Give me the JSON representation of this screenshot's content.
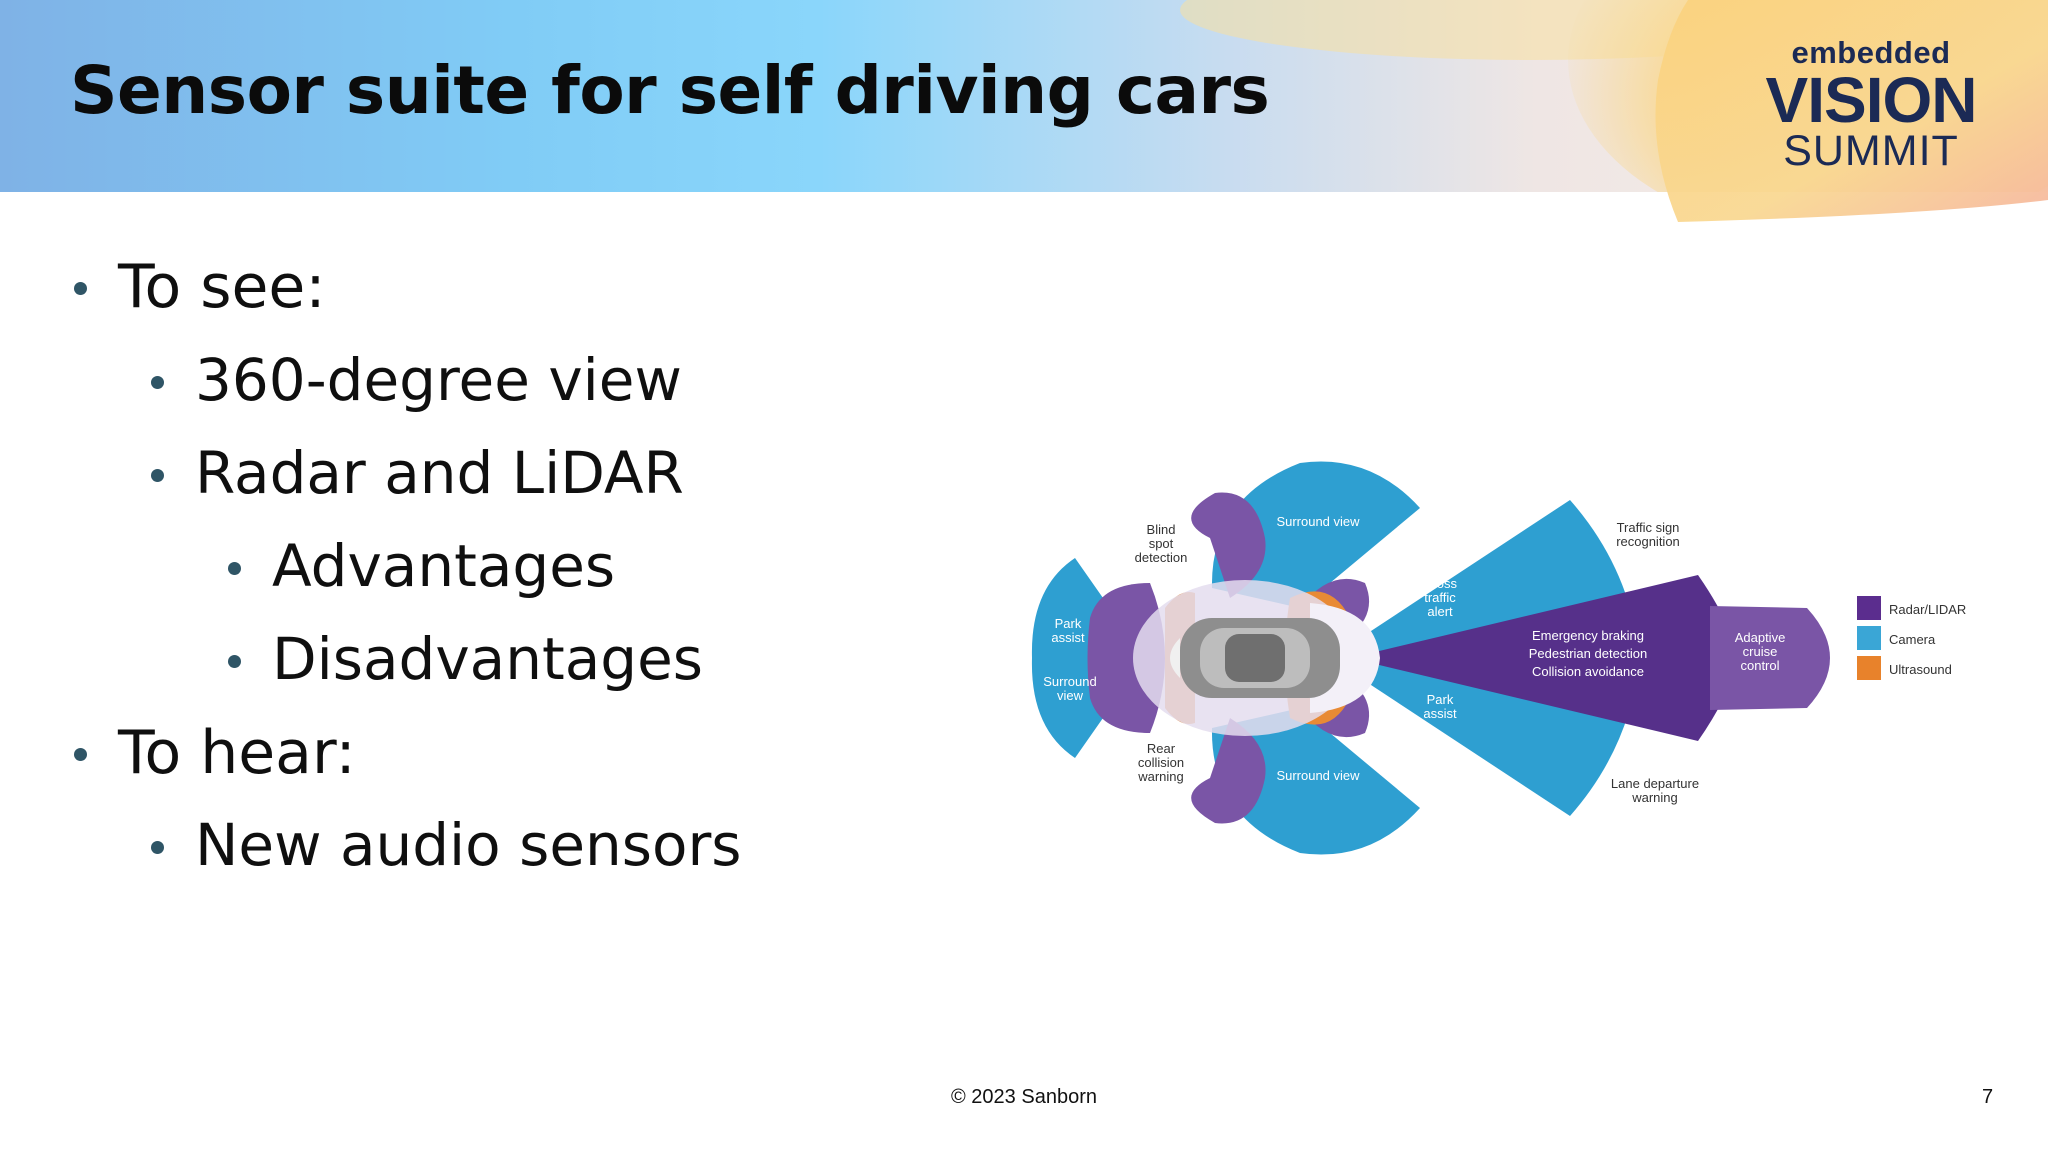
{
  "slide": {
    "title": "Sensor suite for self driving cars",
    "footer": "© 2023 Sanborn",
    "page_number": "7"
  },
  "logo": {
    "line1": "embedded",
    "line2": "VISION",
    "line3": "SUMMIT"
  },
  "bullets": [
    {
      "text": "To see:",
      "level": 1
    },
    {
      "text": "360-degree view",
      "level": 2
    },
    {
      "text": "Radar and LiDAR",
      "level": 2
    },
    {
      "text": "Advantages",
      "level": 3
    },
    {
      "text": "Disadvantages",
      "level": 3
    },
    {
      "text": "To hear:",
      "level": 1
    },
    {
      "text": "New audio sensors",
      "level": 2
    }
  ],
  "diagram": {
    "labels": {
      "blind_spot": [
        "Blind",
        "spot",
        "detection"
      ],
      "park_assist_rear": [
        "Park",
        "assist"
      ],
      "surround_view_rear": [
        "Surround",
        "view"
      ],
      "rear_collision": [
        "Rear",
        "collision",
        "warning"
      ],
      "surround_view_top": "Surround view",
      "surround_view_bottom": "Surround view",
      "cross_traffic": [
        "Cross",
        "traffic",
        "alert"
      ],
      "park_assist_front": [
        "Park",
        "assist"
      ],
      "emergency": [
        "Emergency braking",
        "Pedestrian detection",
        "Collision avoidance"
      ],
      "adaptive_cruise": [
        "Adaptive",
        "cruise",
        "control"
      ],
      "traffic_sign": [
        "Traffic sign",
        "recognition"
      ],
      "lane_departure": [
        "Lane departure",
        "warning"
      ]
    },
    "legend": [
      {
        "label": "Radar/LIDAR",
        "color": "#5b2d8e"
      },
      {
        "label": "Camera",
        "color": "#3aa6d6"
      },
      {
        "label": "Ultrasound",
        "color": "#e8822b"
      }
    ],
    "colors": {
      "camera": "#2e9fd1",
      "radar_dark": "#56308a",
      "radar_light": "#7a55a6",
      "ultrasound": "#e88a35",
      "car": "#8e8e8e"
    }
  }
}
